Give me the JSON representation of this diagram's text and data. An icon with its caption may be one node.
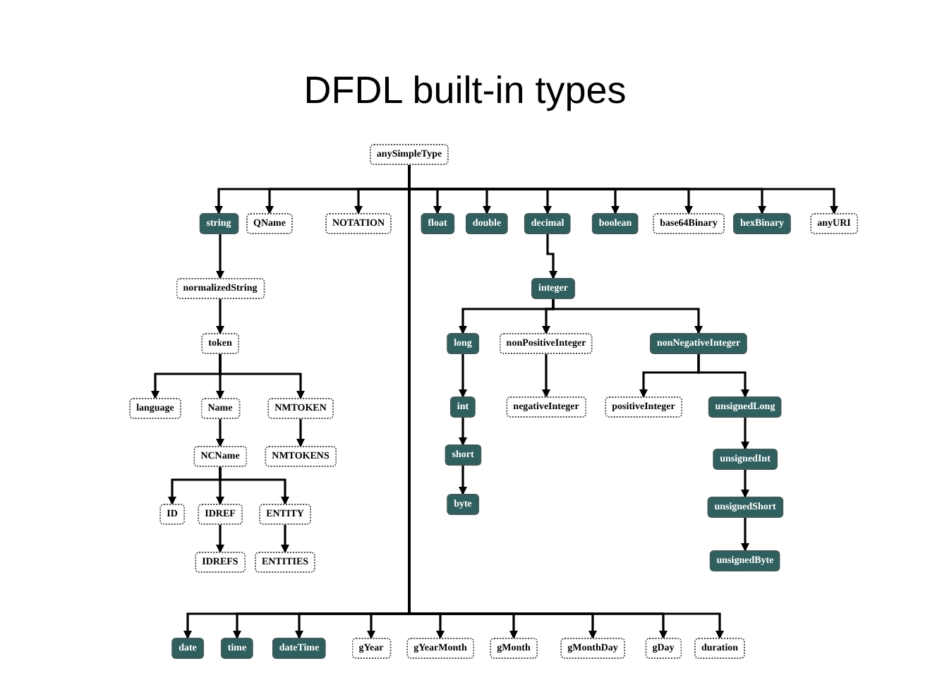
{
  "diagram": {
    "title": "DFDL built-in types",
    "nodes": [
      {
        "text": [
          "anySimpleType"
        ]
      },
      {
        "text": [
          "string"
        ]
      },
      {
        "text": [
          "QName"
        ]
      },
      {
        "text": [
          "NOTATION"
        ]
      },
      {
        "text": [
          "float"
        ]
      },
      {
        "text": [
          "double"
        ]
      },
      {
        "text": [
          "decimal"
        ]
      },
      {
        "text": [
          "boolean"
        ]
      },
      {
        "text": [
          "base64Binary"
        ]
      },
      {
        "text": [
          "hexBinary"
        ]
      },
      {
        "text": [
          "anyURI"
        ]
      },
      {
        "text": [
          "normalizedString"
        ]
      },
      {
        "text": [
          "token"
        ]
      },
      {
        "text": [
          "language"
        ]
      },
      {
        "text": [
          "Name"
        ]
      },
      {
        "text": [
          "NMTOKEN"
        ]
      },
      {
        "text": [
          "NCName"
        ]
      },
      {
        "text": [
          "NMTOKENS"
        ]
      },
      {
        "text": [
          "ID"
        ]
      },
      {
        "text": [
          "IDREF"
        ]
      },
      {
        "text": [
          "ENTITY"
        ]
      },
      {
        "text": [
          "IDREFS"
        ]
      },
      {
        "text": [
          "ENTITIES"
        ]
      },
      {
        "text": [
          "integer"
        ]
      },
      {
        "text": [
          "long"
        ]
      },
      {
        "text": [
          "nonPositiveInteger"
        ]
      },
      {
        "text": [
          "nonNegativeInteger"
        ]
      },
      {
        "text": [
          "int"
        ]
      },
      {
        "text": [
          "negativeInteger"
        ]
      },
      {
        "text": [
          "positiveInteger"
        ]
      },
      {
        "text": [
          "unsignedLong"
        ]
      },
      {
        "text": [
          "short"
        ]
      },
      {
        "text": [
          "byte"
        ]
      },
      {
        "text": [
          "unsignedInt"
        ]
      },
      {
        "text": [
          "unsignedShort"
        ]
      },
      {
        "text": [
          "unsignedByte"
        ]
      },
      {
        "text": [
          "date"
        ]
      },
      {
        "text": [
          "time"
        ]
      },
      {
        "text": [
          "dateTime"
        ]
      },
      {
        "text": [
          "gYear"
        ]
      },
      {
        "text": [
          "gYearMonth"
        ]
      },
      {
        "text": [
          "gMonth"
        ]
      },
      {
        "text": [
          "gMonthDay"
        ]
      },
      {
        "text": [
          "gDay"
        ]
      },
      {
        "text": [
          "duration"
        ]
      }
    ],
    "edges": [
      {
        "from": 0,
        "to": 1,
        "arrow": "to"
      },
      {
        "from": 0,
        "to": 2,
        "arrow": "to"
      },
      {
        "from": 0,
        "to": 3,
        "arrow": "to"
      },
      {
        "from": 0,
        "to": 4,
        "arrow": "to"
      },
      {
        "from": 0,
        "to": 5,
        "arrow": "to"
      },
      {
        "from": 0,
        "to": 6,
        "arrow": "to"
      },
      {
        "from": 0,
        "to": 7,
        "arrow": "to"
      },
      {
        "from": 0,
        "to": 8,
        "arrow": "to"
      },
      {
        "from": 0,
        "to": 9,
        "arrow": "to"
      },
      {
        "from": 0,
        "to": 10,
        "arrow": "to"
      },
      {
        "from": 1,
        "to": 11,
        "arrow": "to"
      },
      {
        "from": 11,
        "to": 12,
        "arrow": "to"
      },
      {
        "from": 12,
        "to": 13,
        "arrow": "to"
      },
      {
        "from": 12,
        "to": 14,
        "arrow": "to"
      },
      {
        "from": 12,
        "to": 15,
        "arrow": "to"
      },
      {
        "from": 14,
        "to": 16,
        "arrow": "to"
      },
      {
        "from": 15,
        "to": 17,
        "arrow": "to"
      },
      {
        "from": 16,
        "to": 18,
        "arrow": "to"
      },
      {
        "from": 16,
        "to": 19,
        "arrow": "to"
      },
      {
        "from": 16,
        "to": 20,
        "arrow": "to"
      },
      {
        "from": 19,
        "to": 21,
        "arrow": "to"
      },
      {
        "from": 20,
        "to": 22,
        "arrow": "to"
      },
      {
        "from": 6,
        "to": 23,
        "arrow": "to"
      },
      {
        "from": 23,
        "to": 24,
        "arrow": "to"
      },
      {
        "from": 23,
        "to": 25,
        "arrow": "to"
      },
      {
        "from": 23,
        "to": 26,
        "arrow": "to"
      },
      {
        "from": 24,
        "to": 27,
        "arrow": "to"
      },
      {
        "from": 25,
        "to": 28,
        "arrow": "to"
      },
      {
        "from": 26,
        "to": 29,
        "arrow": "to"
      },
      {
        "from": 26,
        "to": 30,
        "arrow": "to"
      },
      {
        "from": 27,
        "to": 31,
        "arrow": "to"
      },
      {
        "from": 31,
        "to": 32,
        "arrow": "to"
      },
      {
        "from": 30,
        "to": 33,
        "arrow": "to"
      },
      {
        "from": 33,
        "to": 34,
        "arrow": "to"
      },
      {
        "from": 34,
        "to": 35,
        "arrow": "to"
      },
      {
        "from": 0,
        "to": 36,
        "arrow": "to"
      },
      {
        "from": 0,
        "to": 37,
        "arrow": "to"
      },
      {
        "from": 0,
        "to": 38,
        "arrow": "to"
      },
      {
        "from": 0,
        "to": 39,
        "arrow": "to"
      },
      {
        "from": 0,
        "to": 40,
        "arrow": "to"
      },
      {
        "from": 0,
        "to": 41,
        "arrow": "to"
      },
      {
        "from": 0,
        "to": 42,
        "arrow": "to"
      },
      {
        "from": 0,
        "to": 43,
        "arrow": "to"
      },
      {
        "from": 0,
        "to": 44,
        "arrow": "to"
      }
    ]
  }
}
